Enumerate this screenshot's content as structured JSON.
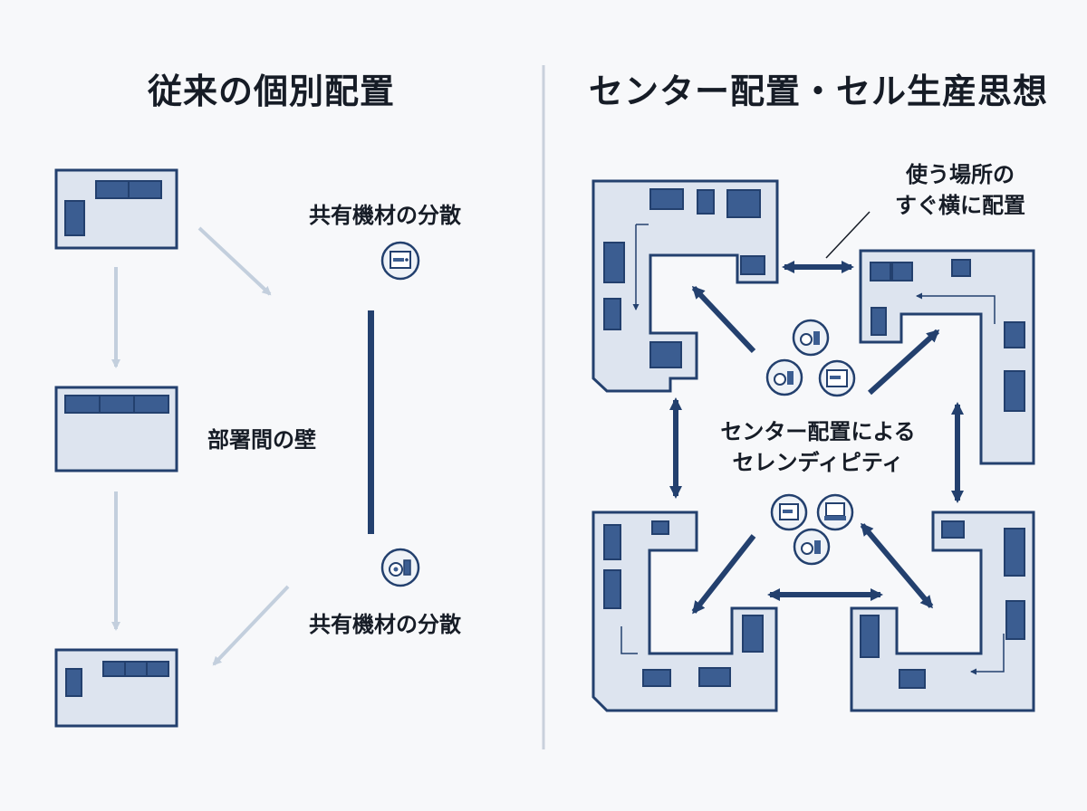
{
  "left_panel": {
    "title": "従来の個別配置",
    "shared_equipment_label_top": "共有機材の分散",
    "shared_equipment_label_bottom": "共有機材の分散",
    "wall_label": "部署間の壁"
  },
  "right_panel": {
    "title": "センター配置・セル生産思想",
    "callout_line1": "使う場所の",
    "callout_line2": "すぐ横に配置",
    "center_line1": "センター配置による",
    "center_line2": "セレンディピティ"
  },
  "colors": {
    "background": "#f7f8fa",
    "navy": "#23406e",
    "panel_fill": "#dde4ef",
    "light_arrow": "#c3cfdd",
    "text": "#161c26",
    "divider": "#c9d1dc"
  }
}
